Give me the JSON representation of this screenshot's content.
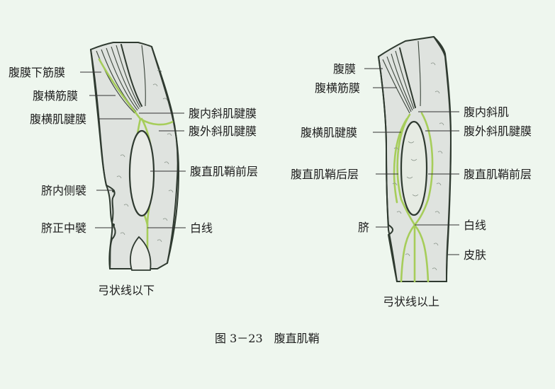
{
  "left_panel": {
    "caption": "弓状线以下",
    "labels": {
      "l1": "腹膜下筋膜",
      "l2": "腹横筋膜",
      "l3": "腹横肌腱膜",
      "l4": "脐内侧襞",
      "l5": "脐正中襞",
      "r1": "腹内斜肌腱膜",
      "r2": "腹外斜肌腱膜",
      "r3": "腹直肌鞘前层",
      "r4": "白线"
    }
  },
  "right_panel": {
    "caption": "弓状线以上",
    "labels": {
      "l1": "腹膜",
      "l2": "腹横筋膜",
      "l3": "腹横肌腱膜",
      "l4": "腹直肌鞘后层",
      "l5": "脐",
      "r1": "腹内斜肌",
      "r2": "腹外斜肌腱膜",
      "r3": "腹直肌鞘前层",
      "r4": "白线",
      "r5": "皮肤"
    }
  },
  "figure_caption": "图 3－23　腹直肌鞘",
  "colors": {
    "background": "#eef6ee",
    "tissue": "#dfe3df",
    "aponeurosis": "#a6cd5a",
    "outline": "#2f3a30"
  }
}
